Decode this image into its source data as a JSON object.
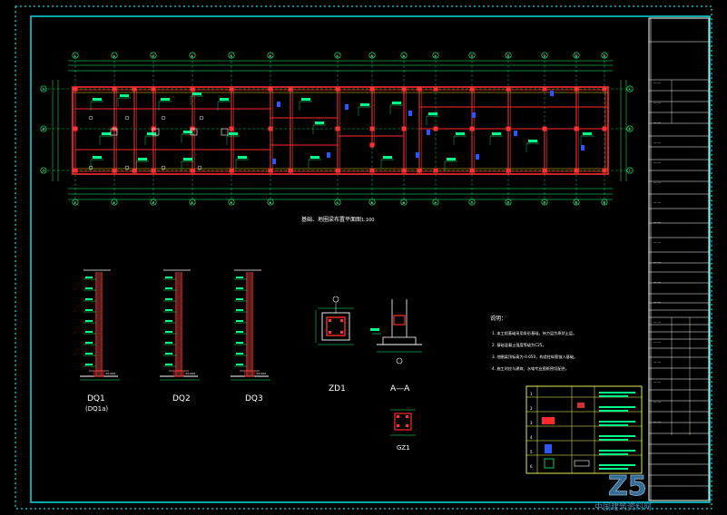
{
  "drawing": {
    "colors": {
      "background": "#000000",
      "border": "#00e0e0",
      "wall": "#ff2a2a",
      "column": "#ff3333",
      "dimension": "#00ff66",
      "note": "#ffffff",
      "highlight": "#2b57ff",
      "annotation": "#00ff88"
    },
    "plan": {
      "title": "基础、地圈梁布置平面图",
      "scale": "1:100",
      "axes_top": [
        "①",
        "②",
        "③",
        "④",
        "⑤",
        "⑥",
        "⑦",
        "⑧",
        "⑨",
        "⑩",
        "⑪",
        "⑫",
        "⑬",
        "⑭",
        "⑮"
      ],
      "axes_side": [
        "Ⓐ",
        "Ⓑ",
        "Ⓒ"
      ]
    },
    "details": [
      {
        "label": "DQ1",
        "sublabel": "(DQ1a)"
      },
      {
        "label": "DQ2",
        "sublabel": ""
      },
      {
        "label": "DQ3",
        "sublabel": ""
      },
      {
        "label": "ZD1",
        "sublabel": ""
      },
      {
        "label": "A—A",
        "sublabel": ""
      },
      {
        "label": "GZ1",
        "sublabel": ""
      }
    ],
    "notes": {
      "heading": "说明：",
      "lines": [
        "1. 本工程基础采用条形基础，持力层为原状土层。",
        "2. 基础混凝土强度等级为C25。",
        "3. 地圈梁顶标高为-0.050，构造柱纵筋锚入基础。",
        "4. 施工时应与建筑、水电专业图纸密切配合。"
      ]
    },
    "watermark": {
      "logo": "Z5",
      "text": "中国建筑资料网"
    }
  }
}
